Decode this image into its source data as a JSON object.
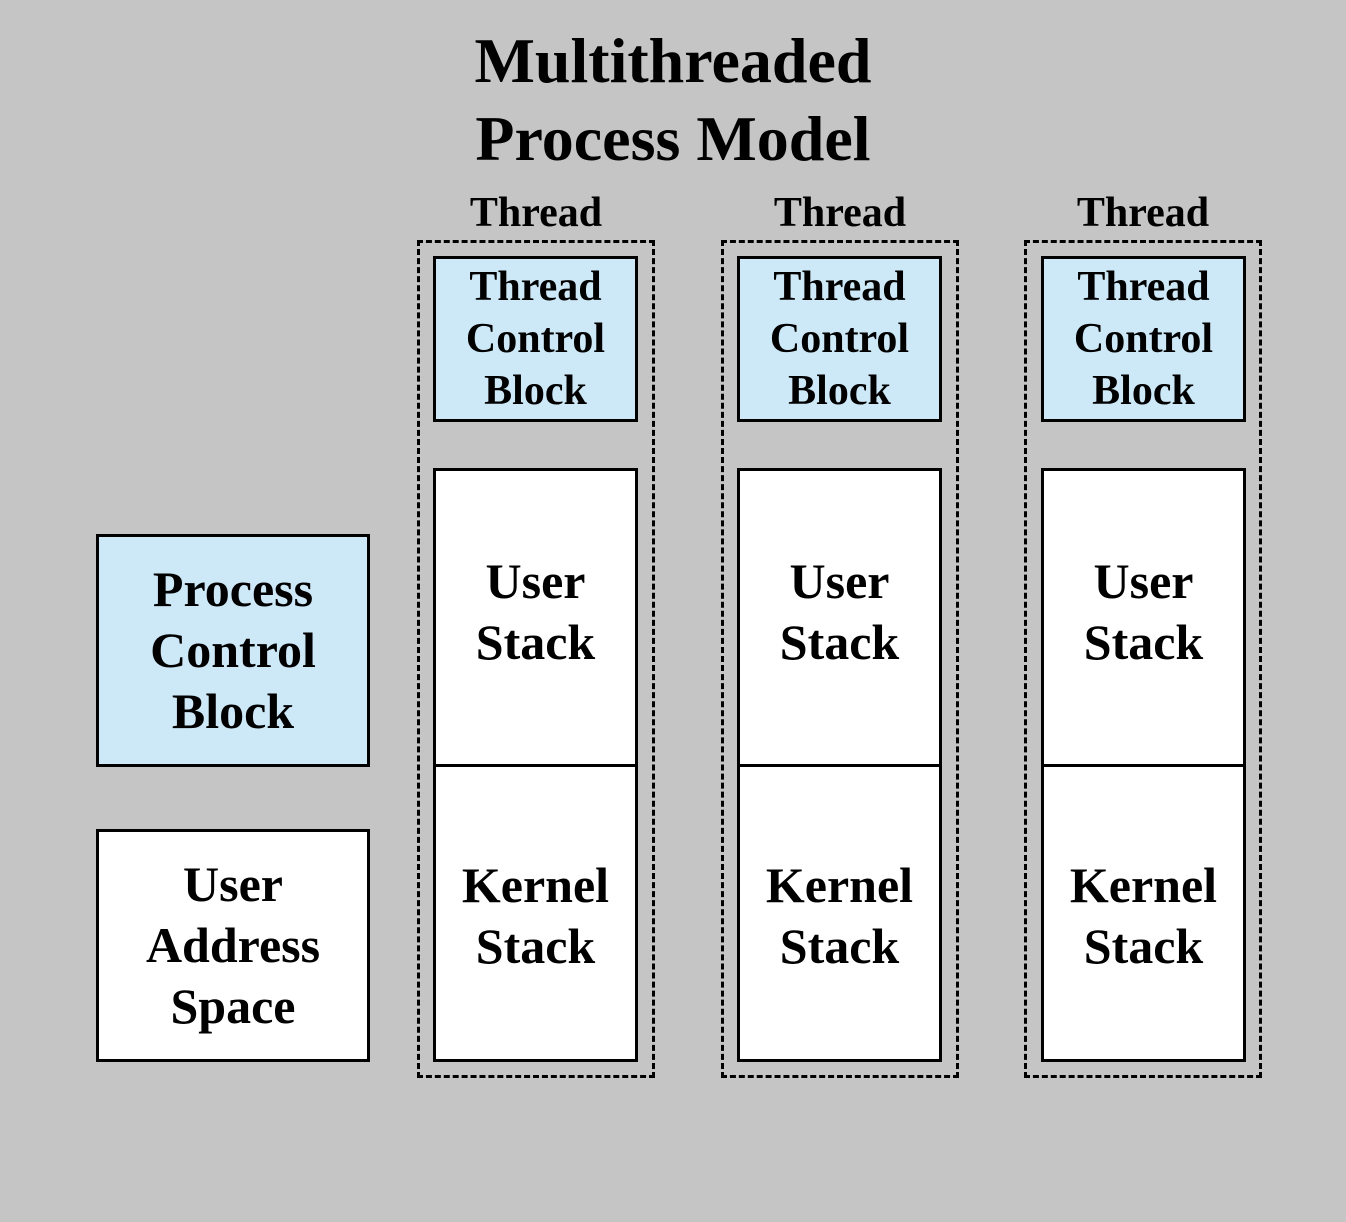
{
  "title": {
    "line1": "Multithreaded",
    "line2": "Process Model"
  },
  "process_control_block": {
    "line1": "Process",
    "line2": "Control",
    "line3": "Block"
  },
  "user_address_space": {
    "line1": "User",
    "line2": "Address",
    "line3": "Space"
  },
  "threads": [
    {
      "label": "Thread",
      "tcb": [
        "Thread",
        "Control",
        "Block"
      ],
      "user_stack": [
        "User",
        "Stack"
      ],
      "kernel_stack": [
        "Kernel",
        "Stack"
      ]
    },
    {
      "label": "Thread",
      "tcb": [
        "Thread",
        "Control",
        "Block"
      ],
      "user_stack": [
        "User",
        "Stack"
      ],
      "kernel_stack": [
        "Kernel",
        "Stack"
      ]
    },
    {
      "label": "Thread",
      "tcb": [
        "Thread",
        "Control",
        "Block"
      ],
      "user_stack": [
        "User",
        "Stack"
      ],
      "kernel_stack": [
        "Kernel",
        "Stack"
      ]
    }
  ],
  "colors": {
    "background": "#c5c5c5",
    "control_block_fill": "#cde8f7",
    "stack_fill": "#ffffff",
    "border": "#000000"
  }
}
